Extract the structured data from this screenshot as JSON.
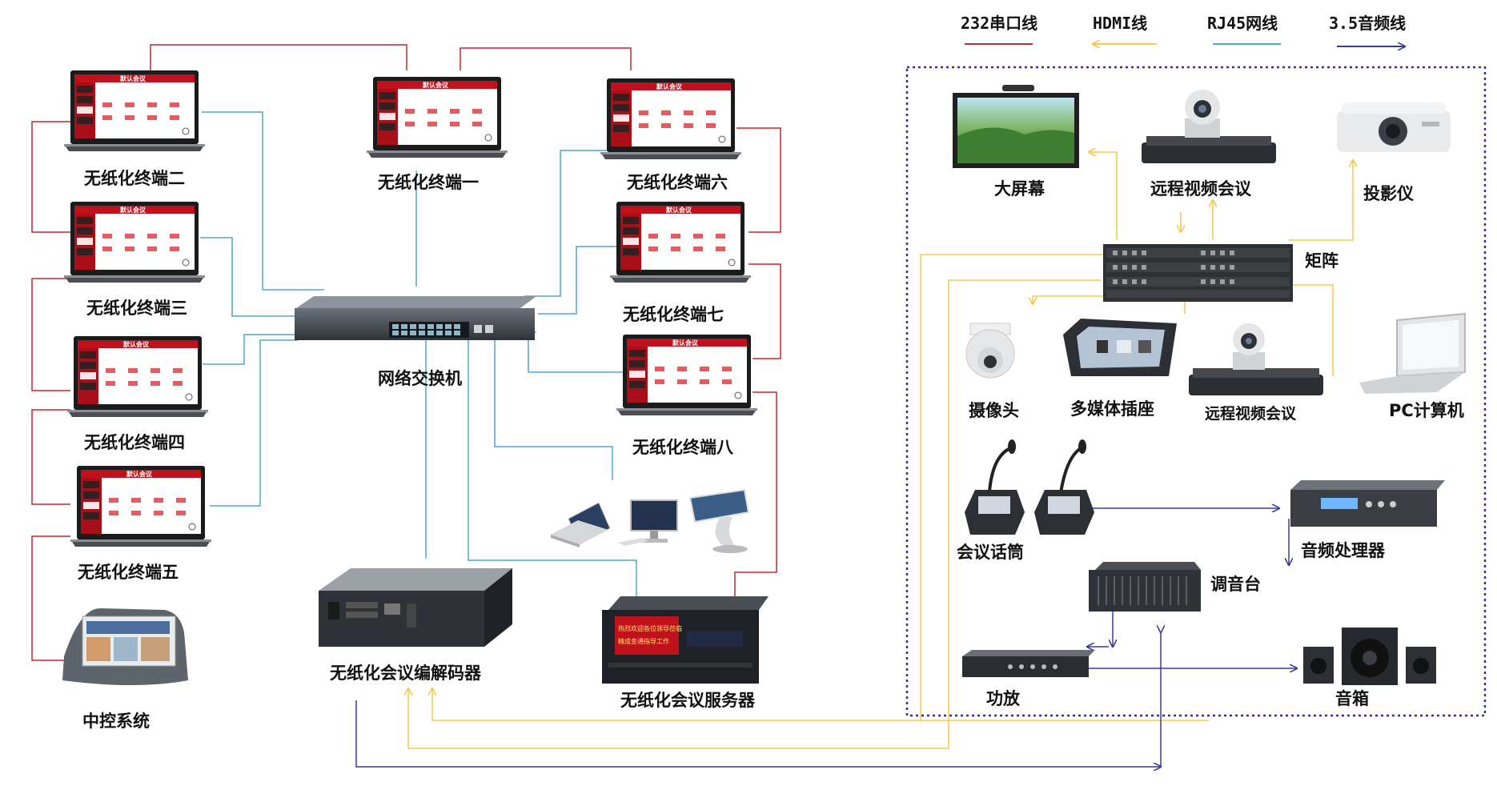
{
  "legend": {
    "rs232": "232串口线",
    "hdmi": "HDMI线",
    "rj45": "RJ45网线",
    "audio": "3.5音频线"
  },
  "colors": {
    "rs232": "#c0282d",
    "hdmi": "#f2c94c",
    "rj45": "#4aa8c8",
    "audio": "#3a3a9a",
    "frame": "#3030a0"
  },
  "terminal_screen_title": "默认会议",
  "terminals": {
    "t1": "无纸化终端一",
    "t2": "无纸化终端二",
    "t3": "无纸化终端三",
    "t4": "无纸化终端四",
    "t5": "无纸化终端五",
    "t6": "无纸化终端六",
    "t7": "无纸化终端七",
    "t8": "无纸化终端八"
  },
  "devices": {
    "central_control": "中控系统",
    "switch": "网络交换机",
    "codec": "无纸化会议编解码器",
    "server": "无纸化会议服务器",
    "server_panel_line1": "热烈欢迎各位领导莅临",
    "server_panel_line2": "精成金通指导工作"
  },
  "av_system": {
    "big_screen": "大屏幕",
    "video_conf_top": "远程视频会议",
    "projector": "投影仪",
    "matrix": "矩阵",
    "camera": "摄像头",
    "media_socket": "多媒体插座",
    "video_conf_mid": "远程视频会议",
    "pc": "PC计算机",
    "microphone": "会议话筒",
    "audio_processor": "音频处理器",
    "mixer": "调音台",
    "amplifier": "功放",
    "speaker": "音箱"
  }
}
